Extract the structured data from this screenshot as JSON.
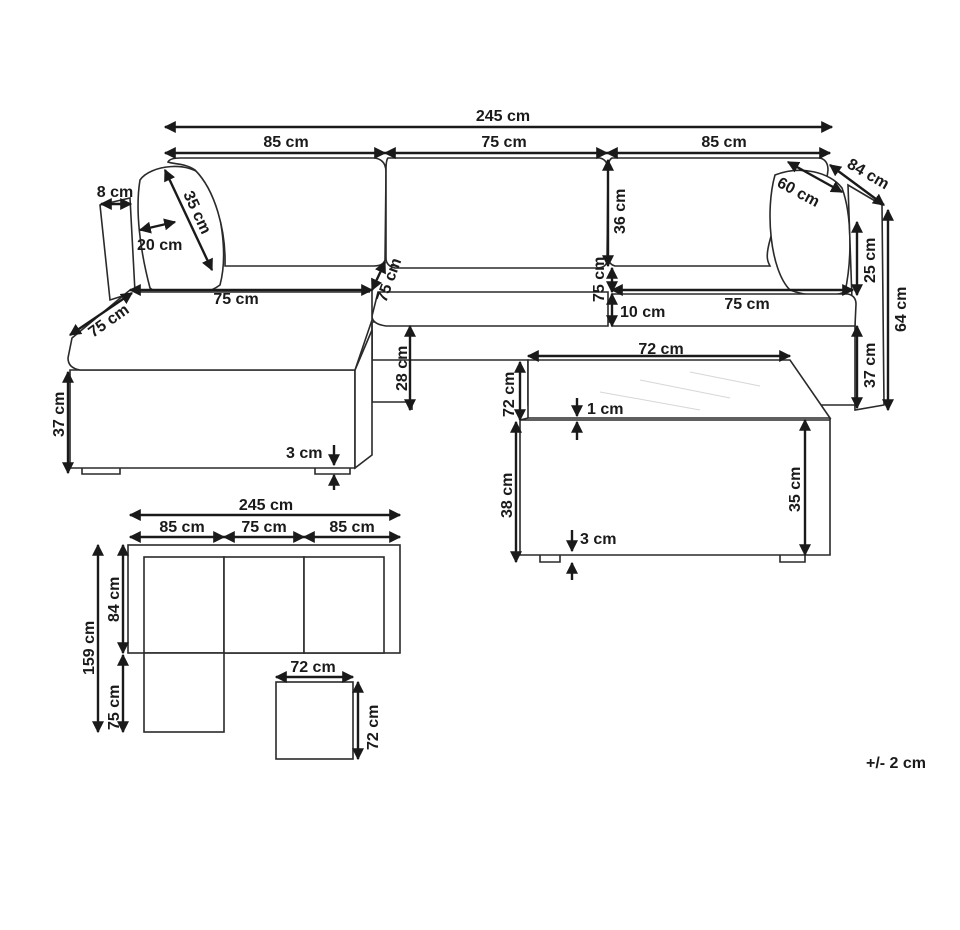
{
  "diagram": {
    "labels": {
      "total_width": "245 cm",
      "left_module_width": "85 cm",
      "middle_module_width": "75 cm",
      "right_module_width": "85 cm",
      "armrest_width": "8 cm",
      "back_cushion_height": "35 cm",
      "back_cushion_depth": "20 cm",
      "ottoman_width": "75 cm",
      "ottoman_depth": "75 cm",
      "seat_depth_middle": "75 cm",
      "backrest_height": "36 cm",
      "seat_depth_side": "75 cm",
      "cushion_thickness": "10 cm",
      "right_seat_width": "75 cm",
      "right_cushion_depth": "60 cm",
      "right_module_depth": "84 cm",
      "arm_height_above_seat": "25 cm",
      "total_height": "64 cm",
      "seat_height": "37 cm",
      "frame_height": "28 cm",
      "ottoman_height": "37 cm",
      "foot_height_ottoman": "3 cm",
      "table_width": "72 cm",
      "table_depth": "72 cm",
      "glass_thickness": "1 cm",
      "table_total_height": "38 cm",
      "table_frame_height": "35 cm",
      "table_foot_height": "3 cm"
    },
    "plan": {
      "total_width": "245 cm",
      "left_width": "85 cm",
      "middle_width": "75 cm",
      "right_width": "85 cm",
      "total_depth": "159 cm",
      "sofa_depth": "84 cm",
      "ottoman_depth": "75 cm",
      "table_width": "72 cm",
      "table_depth": "72 cm"
    },
    "tolerance": "+/- 2 cm"
  }
}
